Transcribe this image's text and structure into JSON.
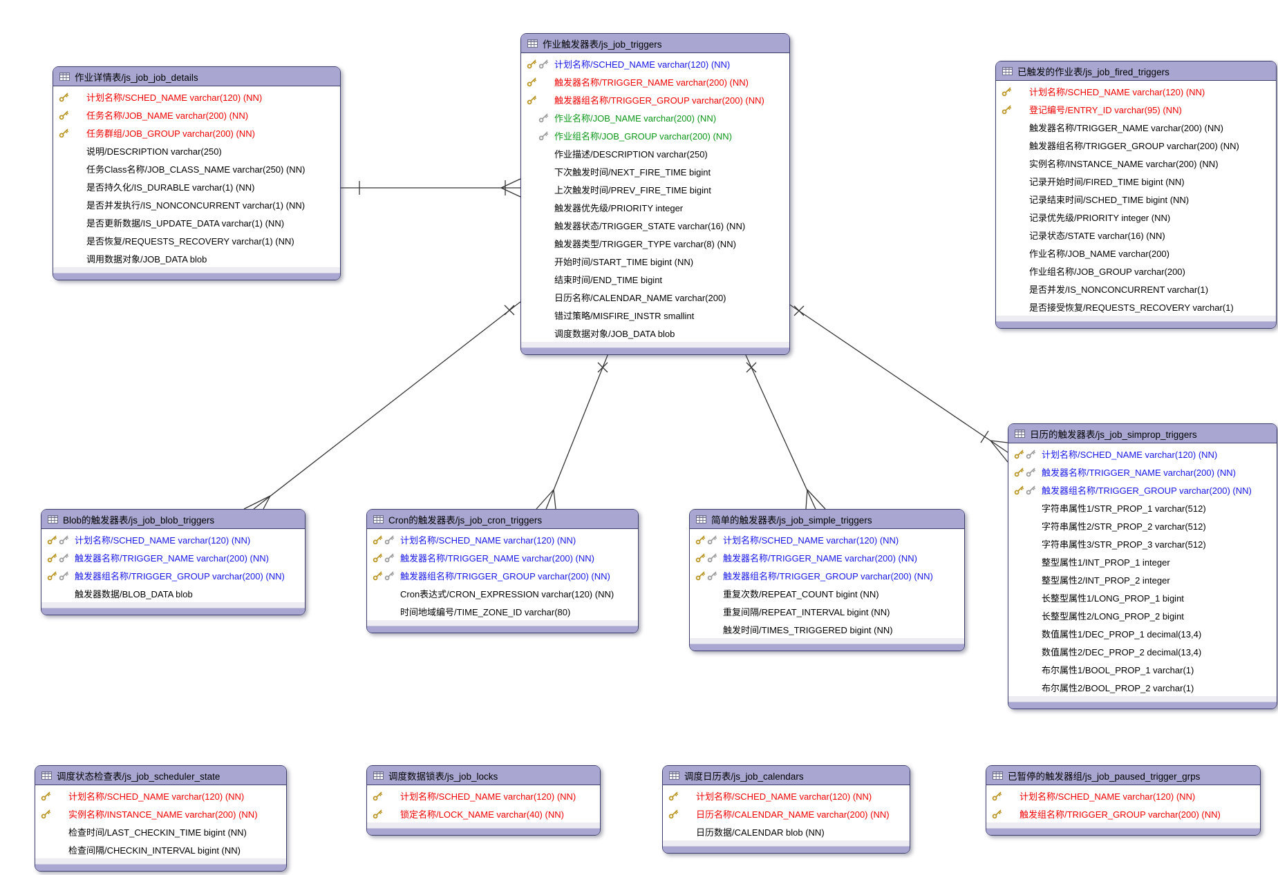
{
  "diagram": {
    "colors": {
      "header_bg": "#a9a7d2",
      "table_border": "#3c3c6b",
      "pk_text": "#f00000",
      "fk_pk_text": "#1616e8",
      "job_ref_text": "#0b9718",
      "normal_text": "#000000",
      "gold_key": "#b99420",
      "silver_key": "#9b9b9b",
      "relationship_line": "#333333",
      "canvas_bg": "#ffffff"
    },
    "icons": {
      "table_header": "grid-table-icon",
      "primary_key": "gold-key-icon",
      "foreign_key": "silver-key-icon"
    },
    "relationships": [
      {
        "from": "js_job_job_details",
        "to": "js_job_triggers",
        "type": "one-to-many"
      },
      {
        "from": "js_job_triggers",
        "to": "js_job_blob_triggers",
        "type": "one-to-many"
      },
      {
        "from": "js_job_triggers",
        "to": "js_job_cron_triggers",
        "type": "one-to-many"
      },
      {
        "from": "js_job_triggers",
        "to": "js_job_simple_triggers",
        "type": "one-to-many"
      },
      {
        "from": "js_job_triggers",
        "to": "js_job_simprop_triggers",
        "type": "one-to-many"
      }
    ],
    "tables": [
      {
        "id": "js_job_job_details",
        "title": "作业详情表/js_job_job_details",
        "columns": [
          {
            "text": "计划名称/SCHED_NAME varchar(120) (NN)",
            "color": "red",
            "keys": "g"
          },
          {
            "text": "任务名称/JOB_NAME varchar(200) (NN)",
            "color": "red",
            "keys": "g"
          },
          {
            "text": "任务群组/JOB_GROUP varchar(200) (NN)",
            "color": "red",
            "keys": "g"
          },
          {
            "text": "说明/DESCRIPTION varchar(250)",
            "color": "black",
            "keys": ""
          },
          {
            "text": "任务Class名称/JOB_CLASS_NAME varchar(250) (NN)",
            "color": "black",
            "keys": ""
          },
          {
            "text": "是否持久化/IS_DURABLE varchar(1) (NN)",
            "color": "black",
            "keys": ""
          },
          {
            "text": "是否并发执行/IS_NONCONCURRENT varchar(1) (NN)",
            "color": "black",
            "keys": ""
          },
          {
            "text": "是否更新数据/IS_UPDATE_DATA varchar(1) (NN)",
            "color": "black",
            "keys": ""
          },
          {
            "text": "是否恢复/REQUESTS_RECOVERY varchar(1) (NN)",
            "color": "black",
            "keys": ""
          },
          {
            "text": "调用数据对象/JOB_DATA blob",
            "color": "black",
            "keys": ""
          }
        ]
      },
      {
        "id": "js_job_triggers",
        "title": "作业触发器表/js_job_triggers",
        "columns": [
          {
            "text": "计划名称/SCHED_NAME varchar(120) (NN)",
            "color": "blue",
            "keys": "gs"
          },
          {
            "text": "触发器名称/TRIGGER_NAME varchar(200) (NN)",
            "color": "red",
            "keys": "g"
          },
          {
            "text": "触发器组名称/TRIGGER_GROUP varchar(200) (NN)",
            "color": "red",
            "keys": "g"
          },
          {
            "text": "作业名称/JOB_NAME varchar(200) (NN)",
            "color": "green",
            "keys": "s"
          },
          {
            "text": "作业组名称/JOB_GROUP varchar(200) (NN)",
            "color": "green",
            "keys": "s"
          },
          {
            "text": "作业描述/DESCRIPTION varchar(250)",
            "color": "black",
            "keys": ""
          },
          {
            "text": "下次触发时间/NEXT_FIRE_TIME bigint",
            "color": "black",
            "keys": ""
          },
          {
            "text": "上次触发时间/PREV_FIRE_TIME bigint",
            "color": "black",
            "keys": ""
          },
          {
            "text": "触发器优先级/PRIORITY integer",
            "color": "black",
            "keys": ""
          },
          {
            "text": "触发器状态/TRIGGER_STATE varchar(16) (NN)",
            "color": "black",
            "keys": ""
          },
          {
            "text": "触发器类型/TRIGGER_TYPE varchar(8) (NN)",
            "color": "black",
            "keys": ""
          },
          {
            "text": "开始时间/START_TIME bigint (NN)",
            "color": "black",
            "keys": ""
          },
          {
            "text": "结束时间/END_TIME bigint",
            "color": "black",
            "keys": ""
          },
          {
            "text": "日历名称/CALENDAR_NAME varchar(200)",
            "color": "black",
            "keys": ""
          },
          {
            "text": "错过策略/MISFIRE_INSTR smallint",
            "color": "black",
            "keys": ""
          },
          {
            "text": "调度数据对象/JOB_DATA blob",
            "color": "black",
            "keys": ""
          }
        ]
      },
      {
        "id": "js_job_fired_triggers",
        "title": "已触发的作业表/js_job_fired_triggers",
        "columns": [
          {
            "text": "计划名称/SCHED_NAME varchar(120) (NN)",
            "color": "red",
            "keys": "g"
          },
          {
            "text": "登记编号/ENTRY_ID varchar(95) (NN)",
            "color": "red",
            "keys": "g"
          },
          {
            "text": "触发器名称/TRIGGER_NAME varchar(200) (NN)",
            "color": "black",
            "keys": ""
          },
          {
            "text": "触发器组名称/TRIGGER_GROUP varchar(200) (NN)",
            "color": "black",
            "keys": ""
          },
          {
            "text": "实例名称/INSTANCE_NAME varchar(200) (NN)",
            "color": "black",
            "keys": ""
          },
          {
            "text": "记录开始时间/FIRED_TIME bigint (NN)",
            "color": "black",
            "keys": ""
          },
          {
            "text": "记录结束时间/SCHED_TIME bigint (NN)",
            "color": "black",
            "keys": ""
          },
          {
            "text": "记录优先级/PRIORITY integer (NN)",
            "color": "black",
            "keys": ""
          },
          {
            "text": "记录状态/STATE varchar(16) (NN)",
            "color": "black",
            "keys": ""
          },
          {
            "text": "作业名称/JOB_NAME varchar(200)",
            "color": "black",
            "keys": ""
          },
          {
            "text": "作业组名称/JOB_GROUP varchar(200)",
            "color": "black",
            "keys": ""
          },
          {
            "text": "是否并发/IS_NONCONCURRENT varchar(1)",
            "color": "black",
            "keys": ""
          },
          {
            "text": "是否接受恢复/REQUESTS_RECOVERY varchar(1)",
            "color": "black",
            "keys": ""
          }
        ]
      },
      {
        "id": "js_job_simprop_triggers",
        "title": "日历的触发器表/js_job_simprop_triggers",
        "columns": [
          {
            "text": "计划名称/SCHED_NAME varchar(120) (NN)",
            "color": "blue",
            "keys": "gs"
          },
          {
            "text": "触发器名称/TRIGGER_NAME varchar(200) (NN)",
            "color": "blue",
            "keys": "gs"
          },
          {
            "text": "触发器组名称/TRIGGER_GROUP varchar(200) (NN)",
            "color": "blue",
            "keys": "gs"
          },
          {
            "text": "字符串属性1/STR_PROP_1 varchar(512)",
            "color": "black",
            "keys": ""
          },
          {
            "text": "字符串属性2/STR_PROP_2 varchar(512)",
            "color": "black",
            "keys": ""
          },
          {
            "text": "字符串属性3/STR_PROP_3 varchar(512)",
            "color": "black",
            "keys": ""
          },
          {
            "text": "整型属性1/INT_PROP_1 integer",
            "color": "black",
            "keys": ""
          },
          {
            "text": "整型属性2/INT_PROP_2 integer",
            "color": "black",
            "keys": ""
          },
          {
            "text": "长整型属性1/LONG_PROP_1 bigint",
            "color": "black",
            "keys": ""
          },
          {
            "text": "长整型属性2/LONG_PROP_2 bigint",
            "color": "black",
            "keys": ""
          },
          {
            "text": "数值属性1/DEC_PROP_1 decimal(13,4)",
            "color": "black",
            "keys": ""
          },
          {
            "text": "数值属性2/DEC_PROP_2 decimal(13,4)",
            "color": "black",
            "keys": ""
          },
          {
            "text": "布尔属性1/BOOL_PROP_1 varchar(1)",
            "color": "black",
            "keys": ""
          },
          {
            "text": "布尔属性2/BOOL_PROP_2 varchar(1)",
            "color": "black",
            "keys": ""
          }
        ]
      },
      {
        "id": "js_job_blob_triggers",
        "title": "Blob的触发器表/js_job_blob_triggers",
        "columns": [
          {
            "text": "计划名称/SCHED_NAME varchar(120) (NN)",
            "color": "blue",
            "keys": "gs"
          },
          {
            "text": "触发器名称/TRIGGER_NAME varchar(200) (NN)",
            "color": "blue",
            "keys": "gs"
          },
          {
            "text": "触发器组名称/TRIGGER_GROUP varchar(200) (NN)",
            "color": "blue",
            "keys": "gs"
          },
          {
            "text": "触发器数据/BLOB_DATA blob",
            "color": "black",
            "keys": ""
          }
        ]
      },
      {
        "id": "js_job_cron_triggers",
        "title": "Cron的触发器表/js_job_cron_triggers",
        "columns": [
          {
            "text": "计划名称/SCHED_NAME varchar(120) (NN)",
            "color": "blue",
            "keys": "gs"
          },
          {
            "text": "触发器名称/TRIGGER_NAME varchar(200) (NN)",
            "color": "blue",
            "keys": "gs"
          },
          {
            "text": "触发器组名称/TRIGGER_GROUP varchar(200) (NN)",
            "color": "blue",
            "keys": "gs"
          },
          {
            "text": "Cron表达式/CRON_EXPRESSION varchar(120) (NN)",
            "color": "black",
            "keys": ""
          },
          {
            "text": "时间地域编号/TIME_ZONE_ID varchar(80)",
            "color": "black",
            "keys": ""
          }
        ]
      },
      {
        "id": "js_job_simple_triggers",
        "title": "简单的触发器表/js_job_simple_triggers",
        "columns": [
          {
            "text": "计划名称/SCHED_NAME varchar(120) (NN)",
            "color": "blue",
            "keys": "gs"
          },
          {
            "text": "触发器名称/TRIGGER_NAME varchar(200) (NN)",
            "color": "blue",
            "keys": "gs"
          },
          {
            "text": "触发器组名称/TRIGGER_GROUP varchar(200) (NN)",
            "color": "blue",
            "keys": "gs"
          },
          {
            "text": "重复次数/REPEAT_COUNT bigint (NN)",
            "color": "black",
            "keys": ""
          },
          {
            "text": "重复间隔/REPEAT_INTERVAL bigint (NN)",
            "color": "black",
            "keys": ""
          },
          {
            "text": "触发时间/TIMES_TRIGGERED bigint (NN)",
            "color": "black",
            "keys": ""
          }
        ]
      },
      {
        "id": "js_job_scheduler_state",
        "title": "调度状态检查表/js_job_scheduler_state",
        "columns": [
          {
            "text": "计划名称/SCHED_NAME varchar(120) (NN)",
            "color": "red",
            "keys": "g"
          },
          {
            "text": "实例名称/INSTANCE_NAME varchar(200) (NN)",
            "color": "red",
            "keys": "g"
          },
          {
            "text": "检查时间/LAST_CHECKIN_TIME bigint (NN)",
            "color": "black",
            "keys": ""
          },
          {
            "text": "检查间隔/CHECKIN_INTERVAL bigint (NN)",
            "color": "black",
            "keys": ""
          }
        ]
      },
      {
        "id": "js_job_locks",
        "title": "调度数据锁表/js_job_locks",
        "columns": [
          {
            "text": "计划名称/SCHED_NAME varchar(120) (NN)",
            "color": "red",
            "keys": "g"
          },
          {
            "text": "锁定名称/LOCK_NAME varchar(40) (NN)",
            "color": "red",
            "keys": "g"
          }
        ]
      },
      {
        "id": "js_job_calendars",
        "title": "调度日历表/js_job_calendars",
        "columns": [
          {
            "text": "计划名称/SCHED_NAME varchar(120) (NN)",
            "color": "red",
            "keys": "g"
          },
          {
            "text": "日历名称/CALENDAR_NAME varchar(200) (NN)",
            "color": "red",
            "keys": "g"
          },
          {
            "text": "日历数据/CALENDAR blob (NN)",
            "color": "black",
            "keys": ""
          }
        ]
      },
      {
        "id": "js_job_paused_trigger_grps",
        "title": "已暂停的触发器组/js_job_paused_trigger_grps",
        "columns": [
          {
            "text": "计划名称/SCHED_NAME varchar(120) (NN)",
            "color": "red",
            "keys": "g"
          },
          {
            "text": "触发组名称/TRIGGER_GROUP varchar(200) (NN)",
            "color": "red",
            "keys": "g"
          }
        ]
      }
    ]
  }
}
